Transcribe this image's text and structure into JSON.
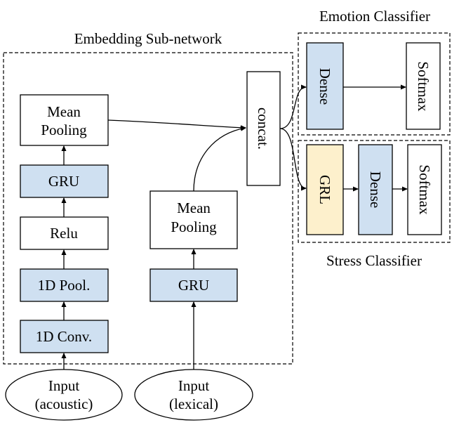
{
  "groups": {
    "embedding": "Embedding Sub-network",
    "emotion": "Emotion Classifier",
    "stress": "Stress Classifier"
  },
  "acoustic_branch": {
    "input_line1": "Input",
    "input_line2": "(acoustic)",
    "conv": "1D Conv.",
    "pool": "1D Pool.",
    "relu": "Relu",
    "gru": "GRU",
    "mean_pooling_line1": "Mean",
    "mean_pooling_line2": "Pooling"
  },
  "lexical_branch": {
    "input_line1": "Input",
    "input_line2": "(lexical)",
    "gru": "GRU",
    "mean_pooling_line1": "Mean",
    "mean_pooling_line2": "Pooling"
  },
  "concat": "concat.",
  "emotion_classifier": {
    "dense": "Dense",
    "softmax": "Softmax"
  },
  "stress_classifier": {
    "grl": "GRL",
    "dense": "Dense",
    "softmax": "Softmax"
  },
  "colors": {
    "blue_block": "#cfe0f1",
    "yellow_block": "#fdf0cc",
    "white_block": "#ffffff",
    "stroke": "#000000"
  }
}
